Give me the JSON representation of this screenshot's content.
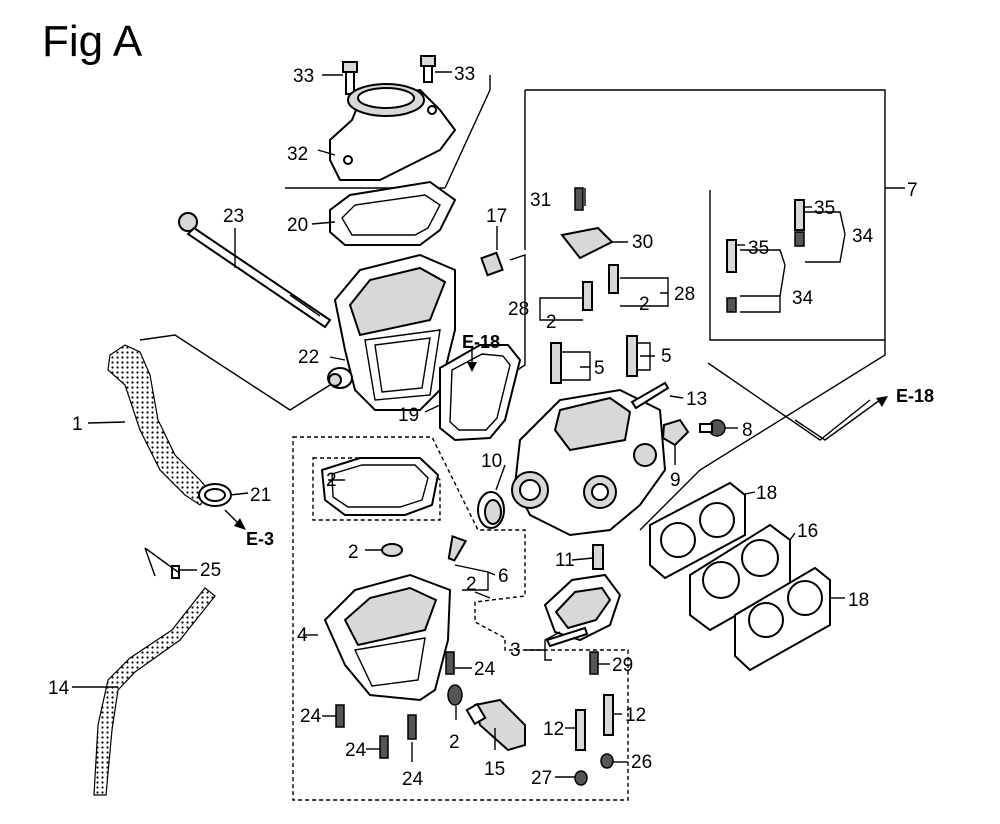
{
  "title": "Fig A",
  "references": {
    "e18_top": "E-18",
    "e18_right": "E-18",
    "e3": "E-3"
  },
  "callouts": {
    "c1": "1",
    "c2a": "2",
    "c2b": "2",
    "c2c": "2",
    "c2d": "2",
    "c2e": "2",
    "c2f": "2",
    "c3": "3",
    "c4": "4",
    "c5a": "5",
    "c5b": "5",
    "c6": "6",
    "c7": "7",
    "c8": "8",
    "c9": "9",
    "c10": "10",
    "c11": "11",
    "c12a": "12",
    "c12b": "12",
    "c13": "13",
    "c14": "14",
    "c15": "15",
    "c16": "16",
    "c17": "17",
    "c18a": "18",
    "c18b": "18",
    "c19": "19",
    "c20": "20",
    "c21": "21",
    "c22": "22",
    "c23": "23",
    "c24a": "24",
    "c24b": "24",
    "c24c": "24",
    "c24d": "24",
    "c25": "25",
    "c26": "26",
    "c27": "27",
    "c28a": "28",
    "c28b": "28",
    "c29": "29",
    "c30": "30",
    "c31": "31",
    "c32": "32",
    "c33a": "33",
    "c33b": "33",
    "c34a": "34",
    "c34b": "34",
    "c35a": "35",
    "c35b": "35"
  }
}
